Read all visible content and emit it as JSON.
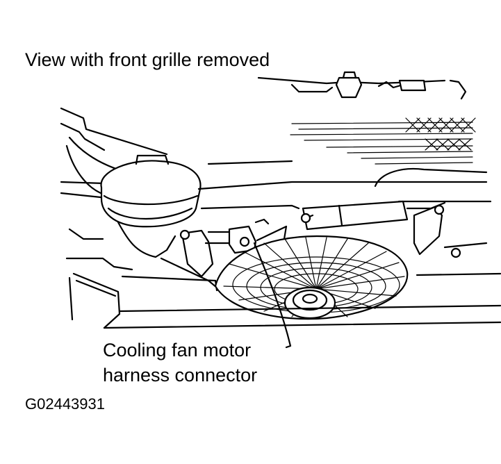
{
  "diagram": {
    "title": "View with front grille removed",
    "callout": {
      "line1": "Cooling fan motor",
      "line2": "harness connector"
    },
    "figure_code": "G02443931"
  },
  "colors": {
    "ink": "#000000",
    "paper": "#ffffff"
  }
}
